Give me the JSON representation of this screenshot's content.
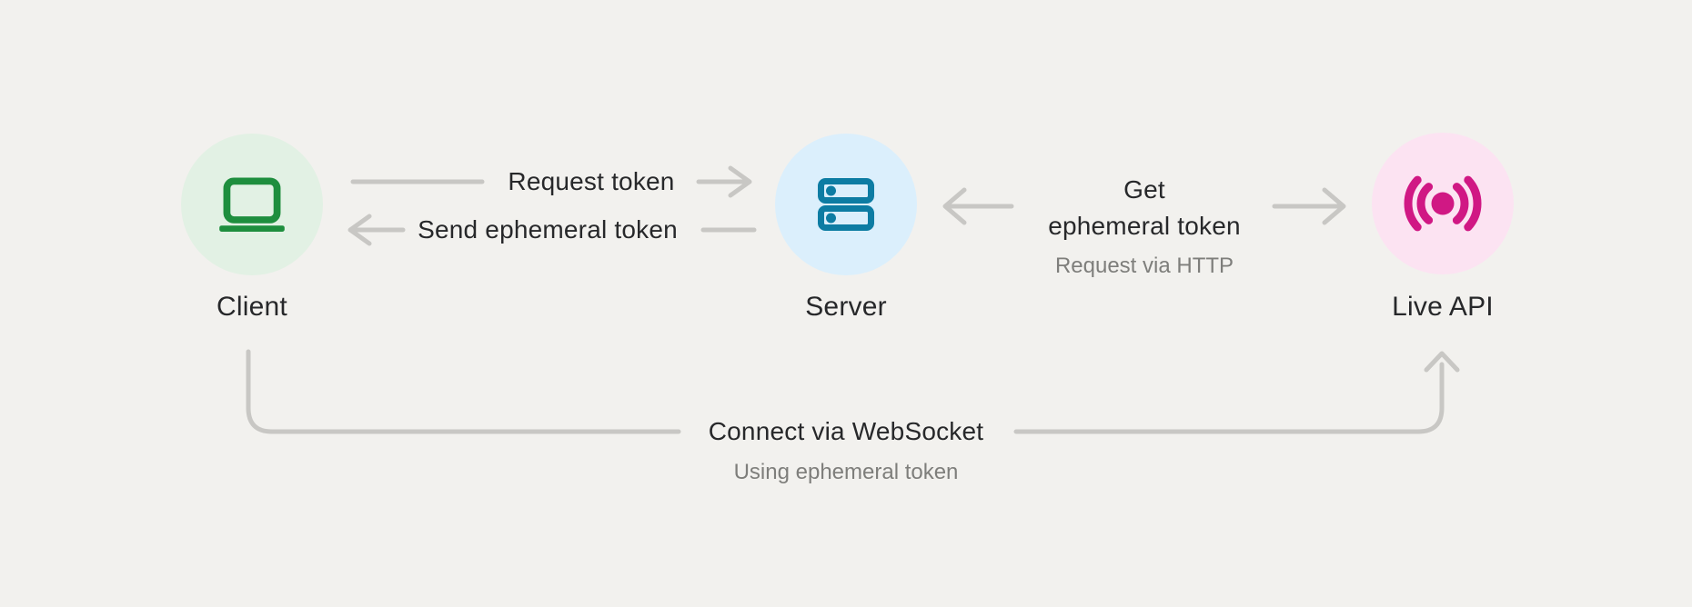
{
  "colors": {
    "background": "#f2f1ee",
    "connector_gray": "#c8c7c4",
    "text_dark": "#27282a",
    "text_gray": "#7e7e7b",
    "client_green": "#1e8e3e",
    "client_circle_bg": "#e2f1e4",
    "server_blue": "#0d7ca3",
    "server_circle_bg": "#dbeffc",
    "live_api_pink": "#d01884",
    "live_api_circle_bg": "#fce3f2"
  },
  "nodes": {
    "client": {
      "label": "Client",
      "icon": "laptop-icon"
    },
    "server": {
      "label": "Server",
      "icon": "server-rack-icon"
    },
    "live_api": {
      "label": "Live API",
      "icon": "broadcast-icon"
    }
  },
  "edges": {
    "request_token": {
      "label": "Request token",
      "from": "Client",
      "to": "Server"
    },
    "send_ephemeral_token": {
      "label": "Send ephemeral token",
      "from": "Server",
      "to": "Client"
    },
    "get_ephemeral_token": {
      "label_line1": "Get",
      "label_line2": "ephemeral token",
      "sublabel": "Request via HTTP",
      "from": "Server",
      "to": "Live API"
    },
    "connect_via_websocket": {
      "label": "Connect via WebSocket",
      "sublabel": "Using ephemeral token",
      "from": "Client",
      "to": "Live API"
    }
  }
}
